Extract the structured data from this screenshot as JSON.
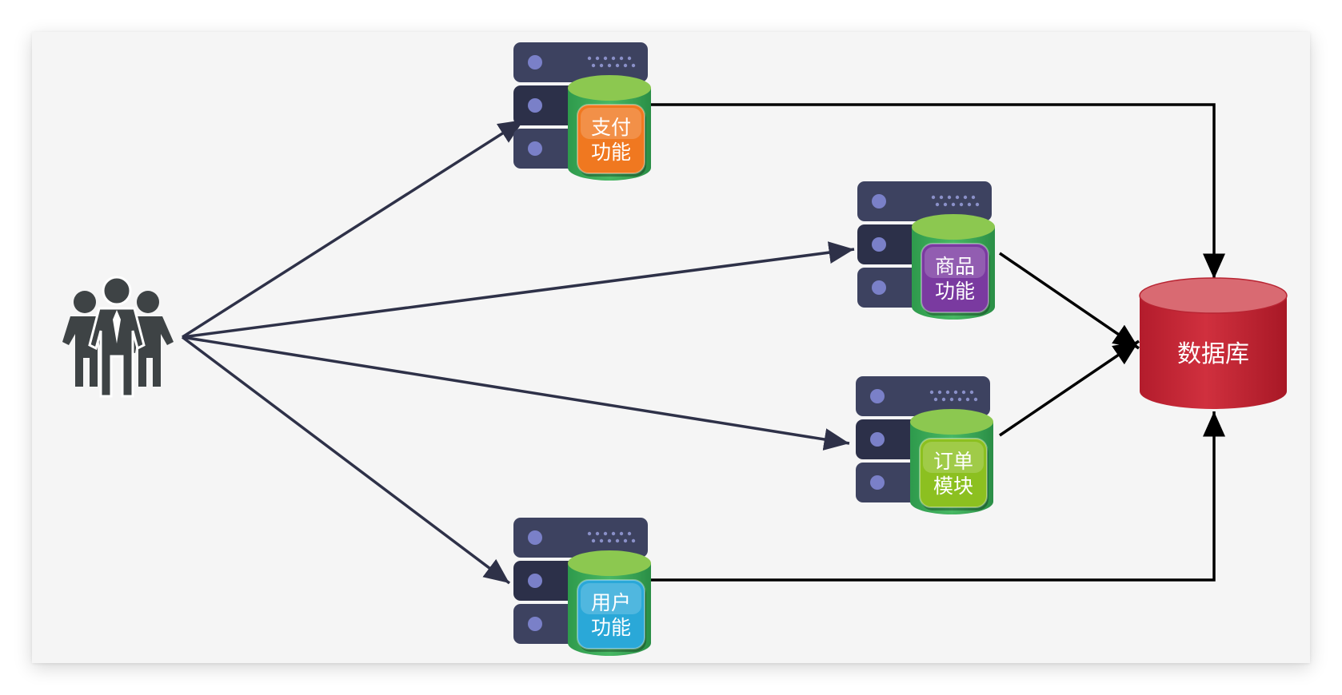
{
  "modules": [
    {
      "id": "payment",
      "line1": "支付",
      "line2": "功能",
      "color": "#f07820"
    },
    {
      "id": "product",
      "line1": "商品",
      "line2": "功能",
      "color": "#7a3aa0"
    },
    {
      "id": "order",
      "line1": "订单",
      "line2": "模块",
      "color": "#8cc020"
    },
    {
      "id": "user",
      "line1": "用户",
      "line2": "功能",
      "color": "#2aa8d8"
    }
  ],
  "database": {
    "label": "数据库",
    "color": "#c8283a"
  },
  "icons": {
    "users": "users-group-icon",
    "server": "server-rack-icon"
  },
  "colors": {
    "server_body": "#3d4260",
    "server_dark": "#2a2e48",
    "server_dot": "#7a80c8",
    "cylinder_green": "#3aa858",
    "cylinder_top": "#8cc850",
    "user_to_server_arrow": "#2e3148",
    "server_to_db_arrow": "#000000"
  }
}
